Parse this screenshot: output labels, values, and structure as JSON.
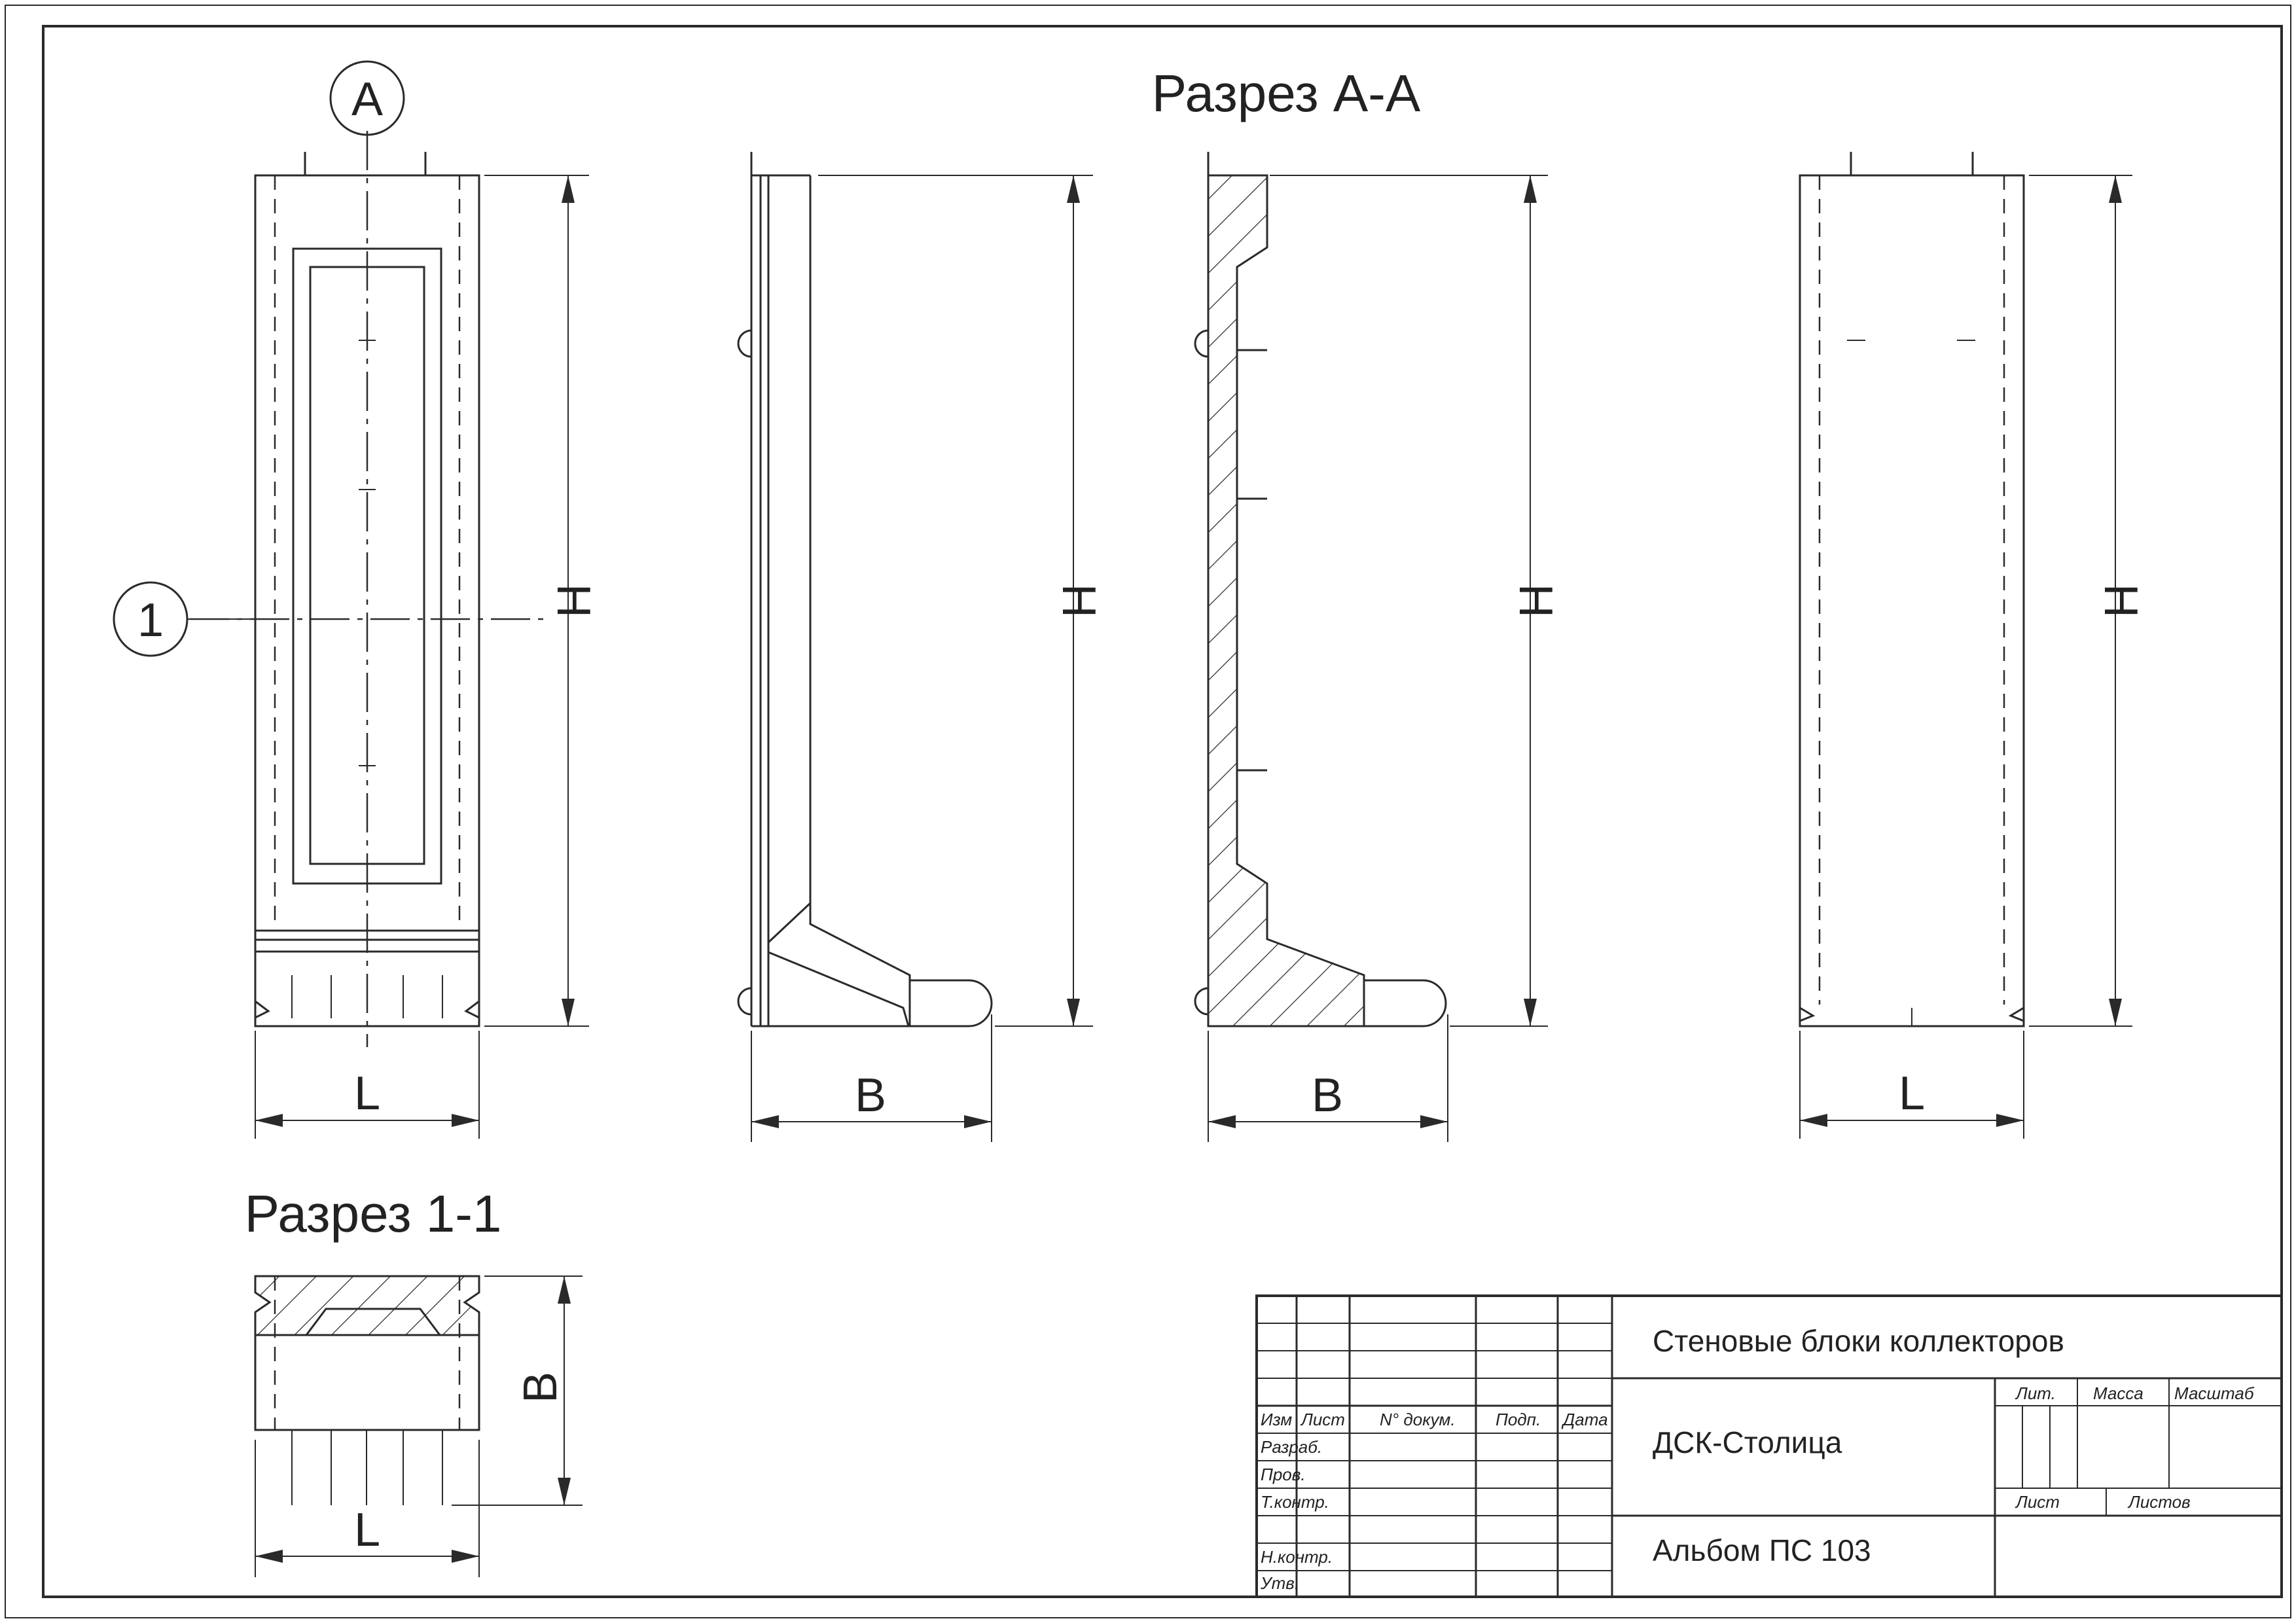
{
  "views": {
    "section_aa_title": "Разрез А-А",
    "section_11_title": "Разрез 1-1",
    "callout_a": "А",
    "callout_1": "1",
    "dim_h": "H",
    "dim_l": "L",
    "dim_b": "B"
  },
  "title_block": {
    "title": "Стеновые блоки коллекторов",
    "organization": "ДСК-Столица",
    "album": "Альбом ПС 103",
    "col_izm": "Изм",
    "col_list": "Лист",
    "col_doc": "N° докум.",
    "col_podp": "Подп.",
    "col_data": "Дата",
    "row_razrab": "Разраб.",
    "row_prov": "Пров.",
    "row_tkontr": "Т.контр.",
    "row_nkontr": "Н.контр.",
    "row_utv": "Утв.",
    "lit": "Лит.",
    "massa": "Масса",
    "masshtab": "Масштаб",
    "list": "Лист",
    "listov": "Листов"
  }
}
